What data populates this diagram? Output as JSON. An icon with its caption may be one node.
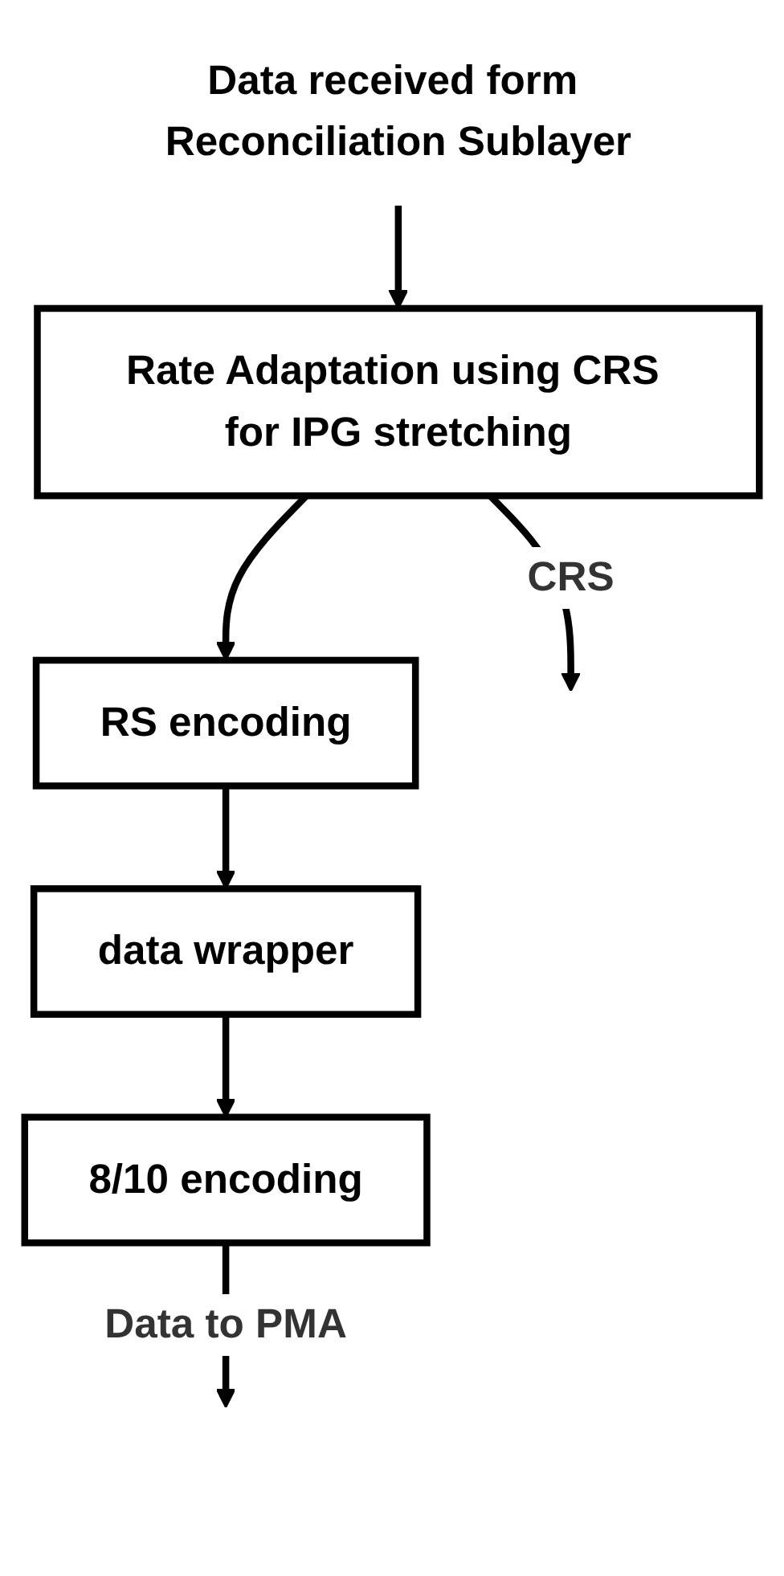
{
  "diagram": {
    "nodes": [
      {
        "text": [
          "Data received form Reconciliation Sublayer"
        ]
      },
      {
        "text": [
          "Rate Adaptation using CRS for IPG stretching"
        ]
      },
      {
        "text": [
          "RS encoding"
        ]
      },
      {
        "text": [
          "data wrapper"
        ]
      },
      {
        "text": [
          "8/10 encoding"
        ]
      }
    ],
    "edges": [
      {
        "from": 0,
        "to": 1,
        "arrow": "to"
      },
      {
        "from": 1,
        "to": null,
        "arrow": "to",
        "label": "CRS"
      },
      {
        "from": 1,
        "to": 2,
        "arrow": "to"
      },
      {
        "from": 2,
        "to": 3,
        "arrow": "to"
      },
      {
        "from": 3,
        "to": 4,
        "arrow": "to"
      },
      {
        "from": 4,
        "to": null,
        "arrow": "to",
        "label": "Data to PMA"
      }
    ]
  }
}
